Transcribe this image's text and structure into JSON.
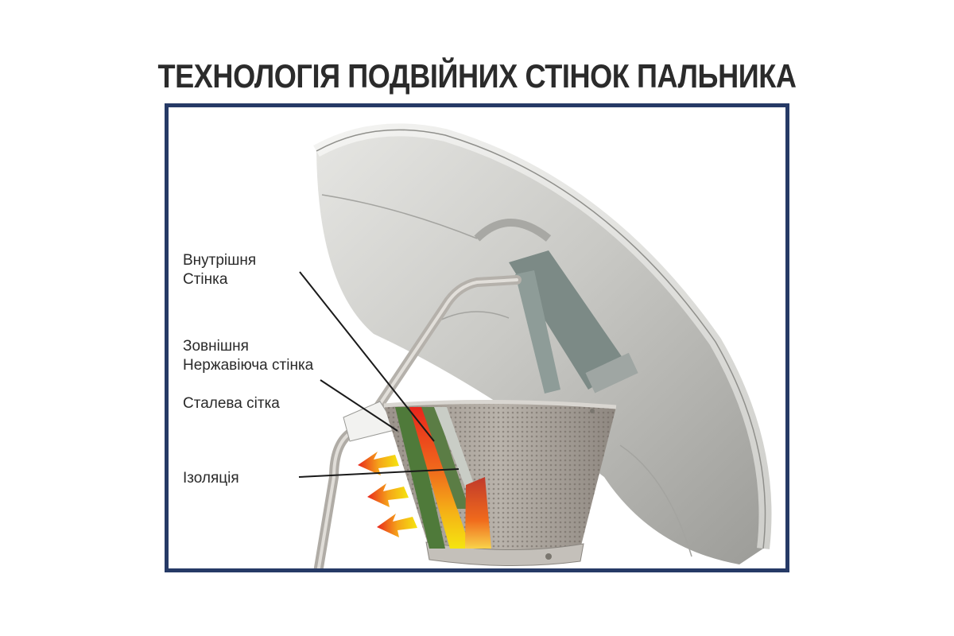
{
  "title": "ТЕХНОЛОГІЯ ПОДВІЙНИХ СТІНОК ПАЛЬНИКА",
  "frame": {
    "border_color": "#263a66"
  },
  "labels": {
    "inner_wall": {
      "line1": "Внутрішня",
      "line2": "Стінка"
    },
    "outer_wall": {
      "line1": "Зовнішня",
      "line2": "Нержавіюча стінка"
    },
    "steel_mesh": "Сталева сітка",
    "insulation": "Ізоляція"
  },
  "illustration": {
    "subject": "patio heater reflector dome with double-wall burner cutaway",
    "heat_arrows": 3,
    "colors": {
      "flame_red": "#e8261c",
      "flame_yellow": "#f5e50f",
      "insulation_green": "#4f7a3a",
      "steel": "#b8b8b4"
    }
  }
}
